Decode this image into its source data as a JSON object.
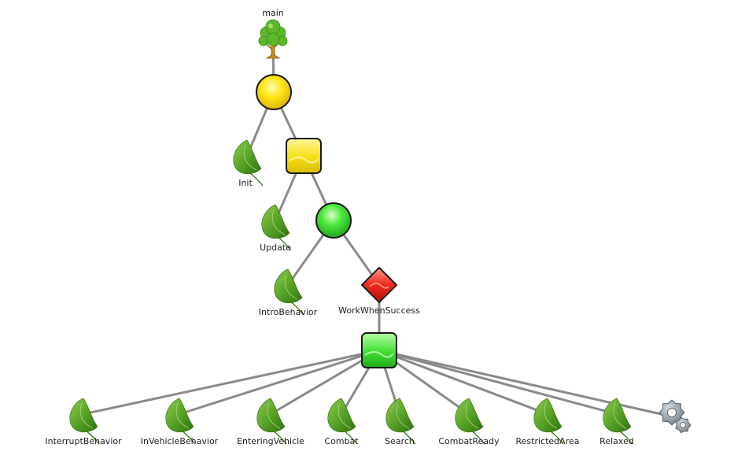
{
  "tree": {
    "root_label": "main",
    "nodes": [
      {
        "id": "root",
        "label": "main",
        "kind": "tree-root",
        "parent": null
      },
      {
        "id": "sel1",
        "label": "",
        "kind": "selector",
        "color": "yellow",
        "parent": "root"
      },
      {
        "id": "init",
        "label": "Init",
        "kind": "action",
        "parent": "sel1"
      },
      {
        "id": "seq1",
        "label": "",
        "kind": "sequence",
        "color": "yellow",
        "parent": "sel1"
      },
      {
        "id": "update",
        "label": "Update",
        "kind": "action",
        "parent": "seq1"
      },
      {
        "id": "sel2",
        "label": "",
        "kind": "selector",
        "color": "green",
        "parent": "seq1"
      },
      {
        "id": "intro",
        "label": "IntroBehavior",
        "kind": "action",
        "parent": "sel2"
      },
      {
        "id": "dec",
        "label": "WorkWhenSuccess",
        "kind": "decorator",
        "color": "red",
        "parent": "sel2"
      },
      {
        "id": "seq2",
        "label": "",
        "kind": "sequence",
        "color": "green",
        "parent": "dec"
      },
      {
        "id": "interrupt",
        "label": "InterruptBehavior",
        "kind": "action",
        "parent": "seq2"
      },
      {
        "id": "invehicle",
        "label": "InVehicleBehavior",
        "kind": "action",
        "parent": "seq2"
      },
      {
        "id": "entering",
        "label": "EnteringVehicle",
        "kind": "action",
        "parent": "seq2"
      },
      {
        "id": "combat",
        "label": "Combat",
        "kind": "action",
        "parent": "seq2"
      },
      {
        "id": "search",
        "label": "Search",
        "kind": "action",
        "parent": "seq2"
      },
      {
        "id": "ready",
        "label": "CombatReady",
        "kind": "action",
        "parent": "seq2"
      },
      {
        "id": "restricted",
        "label": "RestrictedArea",
        "kind": "action",
        "parent": "seq2"
      },
      {
        "id": "relaxed",
        "label": "Relaxed",
        "kind": "action",
        "parent": "seq2"
      },
      {
        "id": "gears",
        "label": "",
        "kind": "gears",
        "parent": "seq2"
      }
    ]
  },
  "colors": {
    "edge": "#8a8a8a",
    "yellow": "#f5d800",
    "green": "#3fd83a",
    "red": "#e8201c",
    "leaf": "#5fa62a",
    "trunk": "#c88a1e",
    "gear": "#8c969c"
  }
}
